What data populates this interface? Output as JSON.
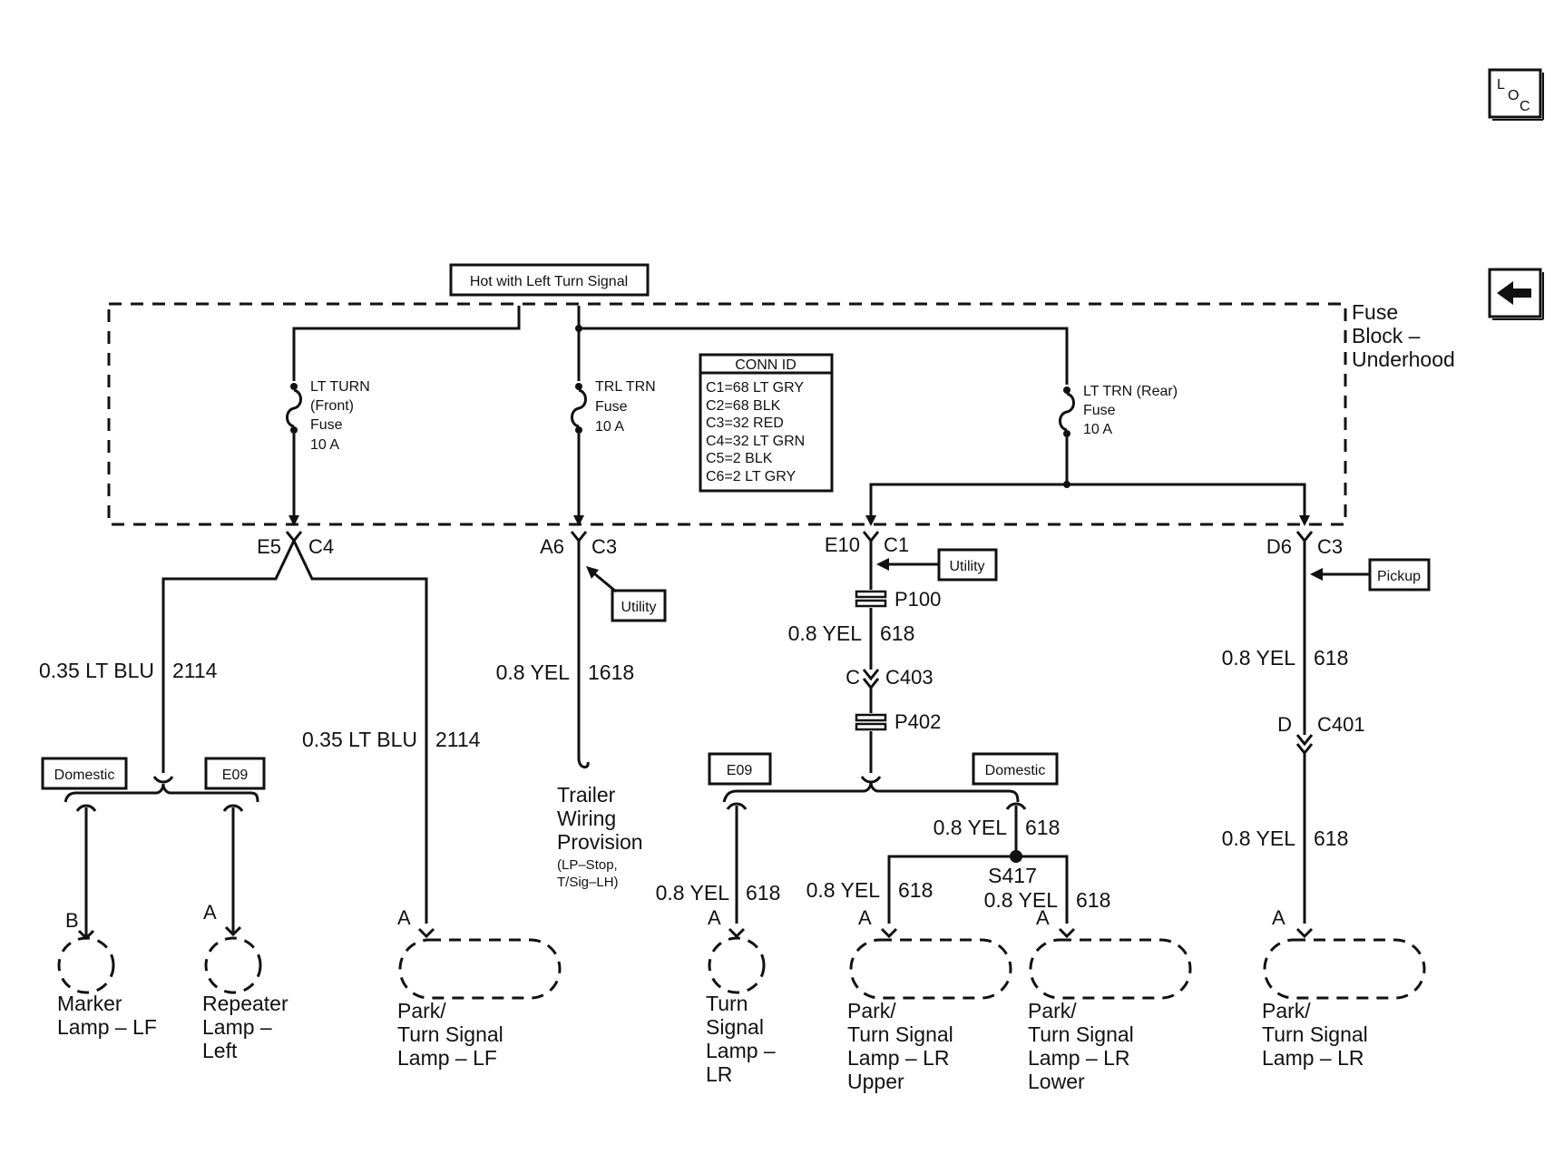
{
  "hot_label": "Hot with Left Turn Signal",
  "fuse_block": [
    "Fuse",
    "Block –",
    "Underhood"
  ],
  "conn_id": {
    "title": "CONN ID",
    "lines": [
      "C1=68 LT GRY",
      "C2=68 BLK",
      "C3=32 RED",
      "C4=32 LT GRN",
      "C5=2 BLK",
      "C6=2 LT GRY"
    ]
  },
  "fuses": {
    "lt_turn_front": [
      "LT TURN",
      "(Front)",
      "Fuse",
      "10 A"
    ],
    "trl_trn": [
      "TRL TRN",
      "Fuse",
      "10 A"
    ],
    "lt_trn_rear": [
      "LT TRN (Rear)",
      "Fuse",
      "10 A"
    ]
  },
  "terminals": {
    "e5": "E5",
    "c4": "C4",
    "a6": "A6",
    "c3a": "C3",
    "e10": "E10",
    "c1": "C1",
    "d6": "D6",
    "c3b": "C3"
  },
  "tags": {
    "utility_1": "Utility",
    "utility_2": "Utility",
    "pickup": "Pickup",
    "domestic_1": "Domestic",
    "e09_1": "E09",
    "e09_2": "E09",
    "domestic_2": "Domestic"
  },
  "connectors": {
    "p100": "P100",
    "c403_pin": "C",
    "c403": "C403",
    "p402": "P402",
    "c401_pin": "D",
    "c401": "C401",
    "s417": "S417"
  },
  "wires": {
    "w2114_left": {
      "color": "0.35 LT BLU",
      "circuit": "2114"
    },
    "w2114_right": {
      "color": "0.35 LT BLU",
      "circuit": "2114"
    },
    "w1618": {
      "color": "0.8 YEL",
      "circuit": "1618"
    },
    "w618_p100": {
      "color": "0.8 YEL",
      "circuit": "618"
    },
    "w618_d6": {
      "color": "0.8 YEL",
      "circuit": "618"
    },
    "w618_c401": {
      "color": "0.8 YEL",
      "circuit": "618"
    },
    "w618_s417": {
      "color": "0.8 YEL",
      "circuit": "618"
    },
    "w618_turn": {
      "color": "0.8 YEL",
      "circuit": "618"
    },
    "w618_upper": {
      "color": "0.8 YEL",
      "circuit": "618"
    },
    "w618_lower": {
      "color": "0.8 YEL",
      "circuit": "618"
    }
  },
  "pins": {
    "marker": "B",
    "repeater": "A",
    "park_lf": "A",
    "turn_lr": "A",
    "park_upper": "A",
    "park_lower": "A",
    "park_lr_pickup": "A"
  },
  "trailer": {
    "lines": [
      "Trailer",
      "Wiring",
      "Provision"
    ],
    "sub": [
      "(LP–Stop,",
      "T/Sig–LH)"
    ]
  },
  "lamps": {
    "marker": [
      "Marker",
      "Lamp – LF"
    ],
    "repeater": [
      "Repeater",
      "Lamp –",
      "Left"
    ],
    "park_lf": [
      "Park/",
      "Turn Signal",
      "Lamp – LF"
    ],
    "turn_lr": [
      "Turn",
      "Signal",
      "Lamp –",
      "LR"
    ],
    "park_lr_upper": [
      "Park/",
      "Turn Signal",
      "Lamp – LR",
      "Upper"
    ],
    "park_lr_lower": [
      "Park/",
      "Turn Signal",
      "Lamp – LR",
      "Lower"
    ],
    "park_lr_pickup": [
      "Park/",
      "Turn Signal",
      "Lamp – LR"
    ]
  },
  "nav": {
    "loc_icon": "loc-icon",
    "back_icon": "back-arrow-icon"
  }
}
